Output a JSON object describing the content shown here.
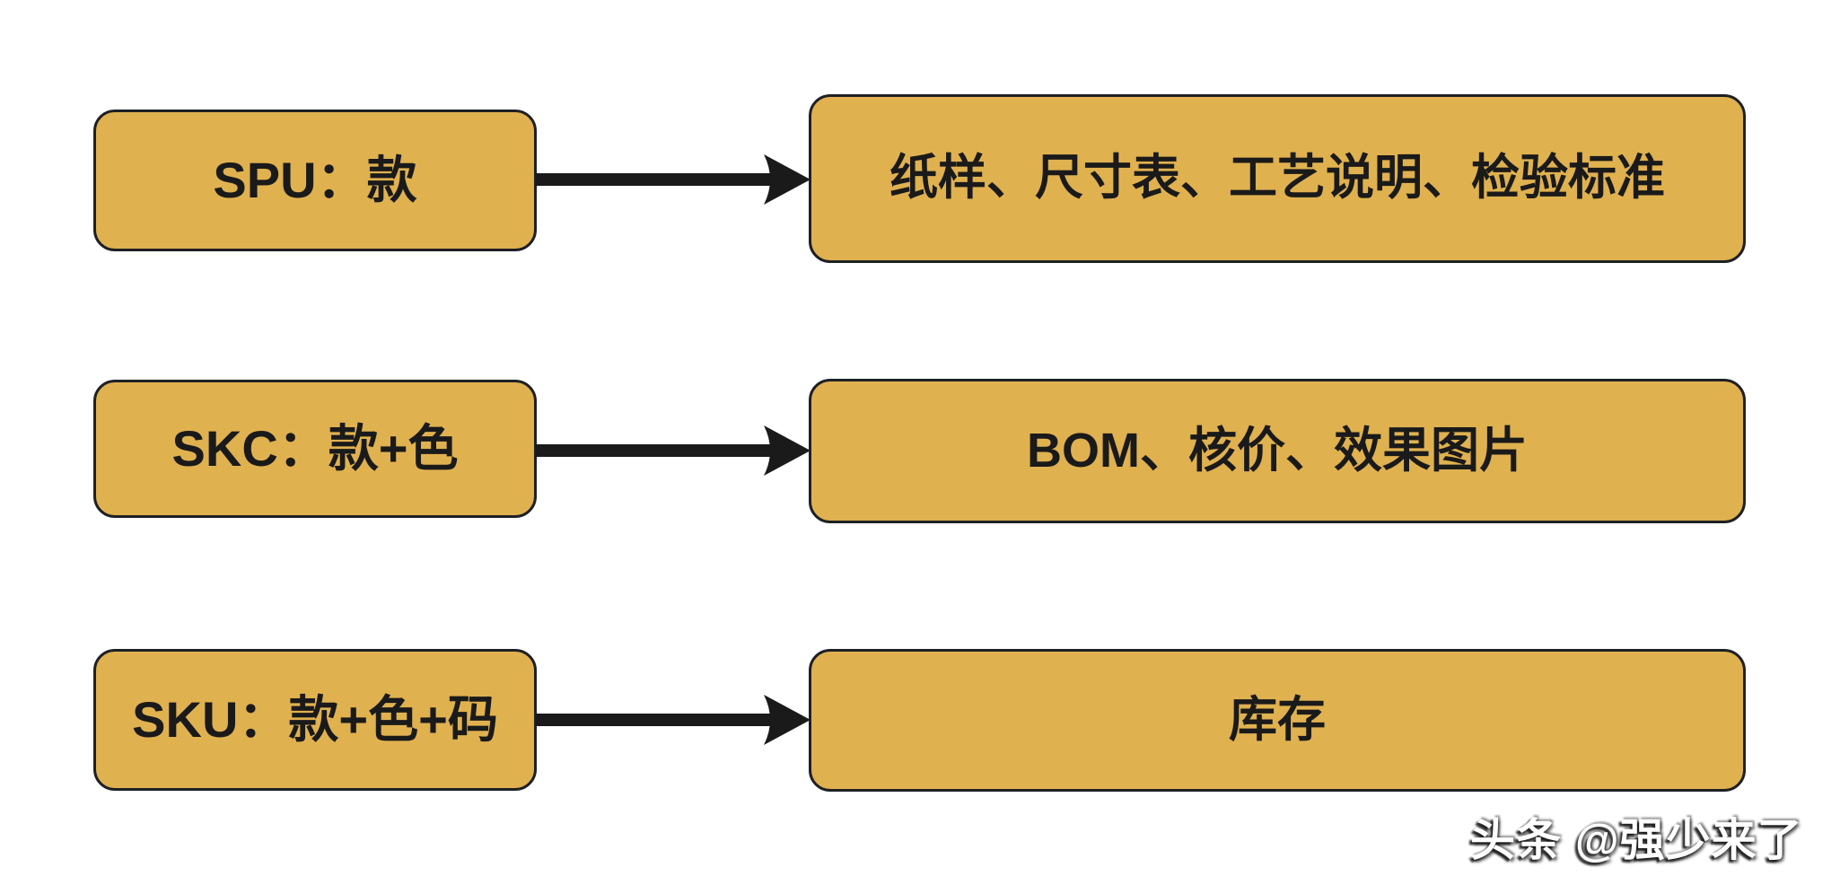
{
  "diagram": {
    "title_hint": "SPU / SKC / SKU data mapping diagram",
    "colors": {
      "background": "#ffffff",
      "box_fill": "#e0b14f",
      "box_border": "#1e2025",
      "text": "#1a1a1a",
      "arrow": "#1a1a1a"
    },
    "rows": [
      {
        "left": "SPU：款",
        "right": "纸样、尺寸表、工艺说明、检验标准"
      },
      {
        "left": "SKC：款+色",
        "right": "BOM、核价、效果图片"
      },
      {
        "left": "SKU：款+色+码",
        "right": "库存"
      }
    ]
  },
  "watermark": {
    "text": "头条 @强少来了"
  }
}
